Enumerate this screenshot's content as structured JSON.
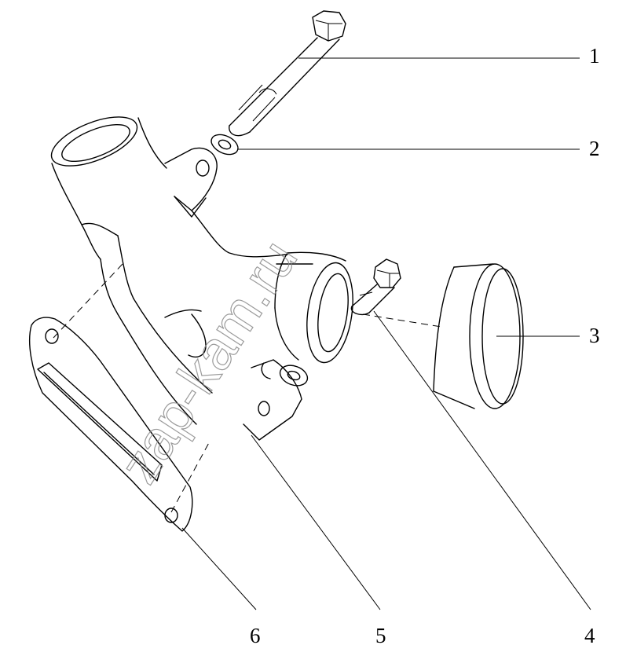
{
  "watermark": "zap-kam.ru",
  "callouts": [
    {
      "id": "1",
      "label": "1"
    },
    {
      "id": "2",
      "label": "2"
    },
    {
      "id": "3",
      "label": "3"
    },
    {
      "id": "4",
      "label": "4"
    },
    {
      "id": "5",
      "label": "5"
    },
    {
      "id": "6",
      "label": "6"
    }
  ]
}
